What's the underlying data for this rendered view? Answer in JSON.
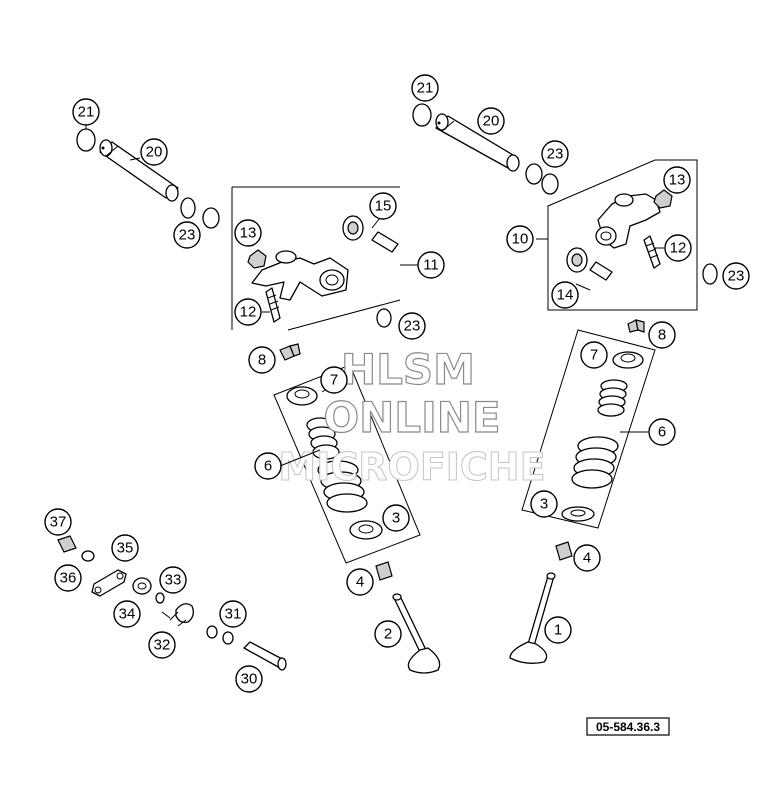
{
  "callouts": [
    "21",
    "20",
    "23",
    "15",
    "13",
    "11",
    "12",
    "23",
    "8",
    "7",
    "6",
    "3",
    "4",
    "2",
    "21",
    "20",
    "23",
    "13",
    "10",
    "12",
    "14",
    "23",
    "8",
    "7",
    "6",
    "3",
    "4",
    "1",
    "37",
    "35",
    "36",
    "33",
    "34",
    "31",
    "32",
    "30"
  ],
  "watermark": {
    "line1": "HLSM",
    "line2": "ONLINE",
    "line3": "MICROFICHE"
  },
  "reference_code": "05-584.36.3"
}
